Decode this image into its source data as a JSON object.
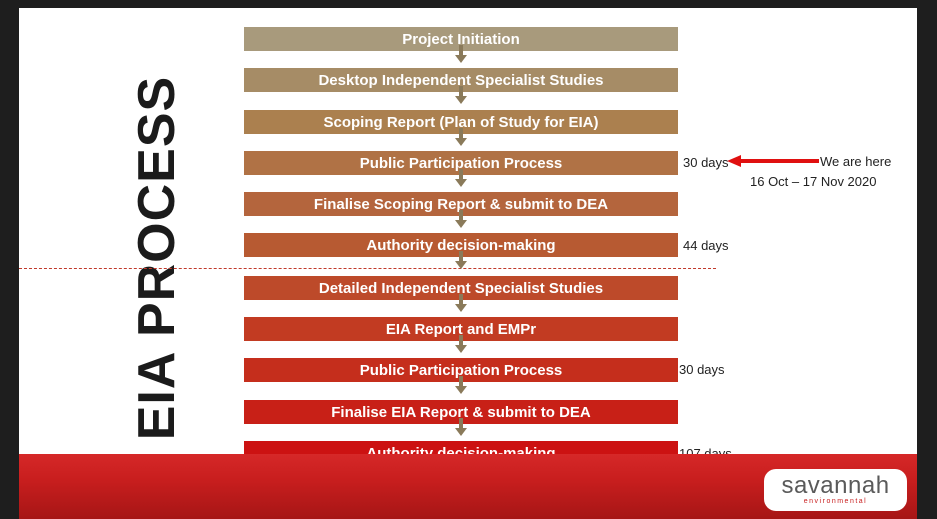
{
  "title": "EIA PROCESS",
  "steps": [
    {
      "label": "Project Initiation",
      "color": "#a89a7c"
    },
    {
      "label": "Desktop Independent Specialist Studies",
      "color": "#a68c66"
    },
    {
      "label": "Scoping Report (Plan of Study for EIA)",
      "color": "#ab804f"
    },
    {
      "label": "Public Participation Process",
      "color": "#b07245"
    },
    {
      "label": "Finalise Scoping Report & submit to DEA",
      "color": "#b4653d"
    },
    {
      "label": "Authority decision-making",
      "color": "#b75a32"
    },
    {
      "label": "Detailed Independent Specialist Studies",
      "color": "#bd4a2a"
    },
    {
      "label": "EIA Report and EMPr",
      "color": "#c23b22"
    },
    {
      "label": "Public Participation Process",
      "color": "#c52e1c"
    },
    {
      "label": "Finalise EIA Report & submit to DEA",
      "color": "#c82017"
    },
    {
      "label": "Authority decision-making",
      "color": "#cc1212"
    }
  ],
  "arrow_color": "#8a7a5a",
  "durations": {
    "public_participation_1": "30 days",
    "authority_decision_1": "44 days",
    "public_participation_2": "30 days",
    "authority_decision_2": "107 days"
  },
  "callout": {
    "text": "We are here",
    "dates": "16 Oct – 17 Nov 2020",
    "arrow_color": "#e01010"
  },
  "logo": {
    "word": "savannah",
    "tagline": "environmental"
  }
}
